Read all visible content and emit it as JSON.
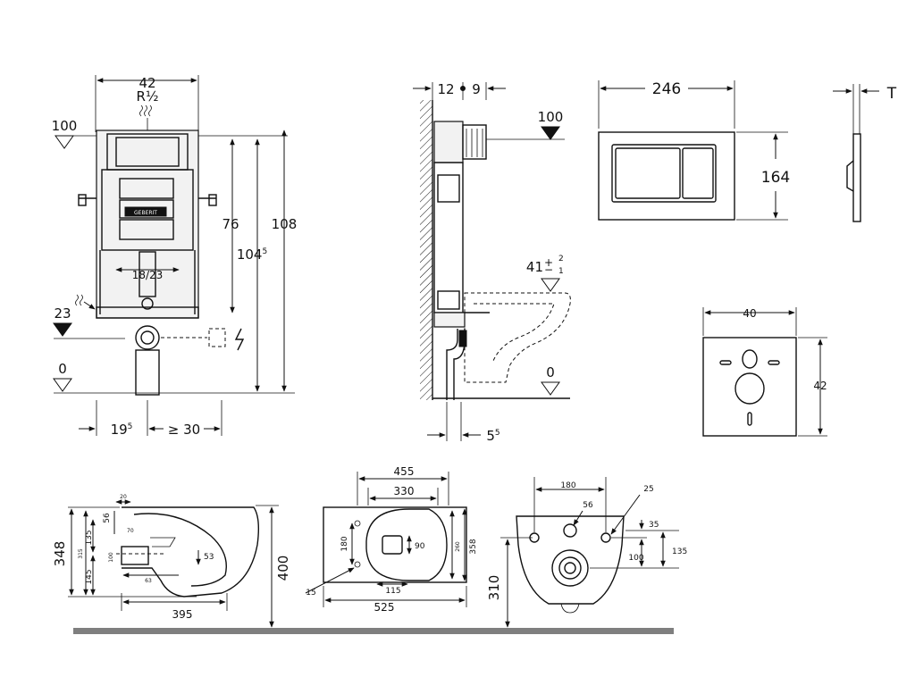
{
  "frame_front": {
    "width": "42",
    "connection": "R½",
    "level_top": "100",
    "height_76": "76",
    "height_104": "104",
    "height_104_sup": "5",
    "height_108": "108",
    "bracket": "18/23",
    "level_23": "23",
    "level_0": "0",
    "offset_19": "19",
    "offset_19_sup": "5",
    "min_30": "≥ 30",
    "brand": "GEBERIT"
  },
  "frame_side": {
    "depth_12": "12",
    "depth_9": "9",
    "level_100": "100",
    "pan_height": "41",
    "tol_plus": "+",
    "tol_plus_val": "2",
    "tol_minus": "−",
    "tol_minus_val": "1",
    "level_0": "0",
    "offset_5": "5",
    "offset_5_sup": "5"
  },
  "flush_plate": {
    "width": "246",
    "height": "164",
    "thickness": "T"
  },
  "sound_mat": {
    "width": "40",
    "height": "42"
  },
  "bowl_side": {
    "d20": "20",
    "d56": "56",
    "d348": "348",
    "d315": "315",
    "d135": "135",
    "d145": "145",
    "d100": "100",
    "d70": "70",
    "d53": "53",
    "d63": "63",
    "d395": "395",
    "d400": "400"
  },
  "bowl_top": {
    "d455": "455",
    "d330": "330",
    "d180": "180",
    "d90": "90",
    "d260": "260",
    "d358": "358",
    "d15": "15",
    "d115": "115",
    "d525": "525"
  },
  "bowl_back": {
    "d180": "180",
    "d56": "56",
    "d25": "25",
    "d35": "35",
    "d100": "100",
    "d135": "135",
    "d310": "310"
  }
}
